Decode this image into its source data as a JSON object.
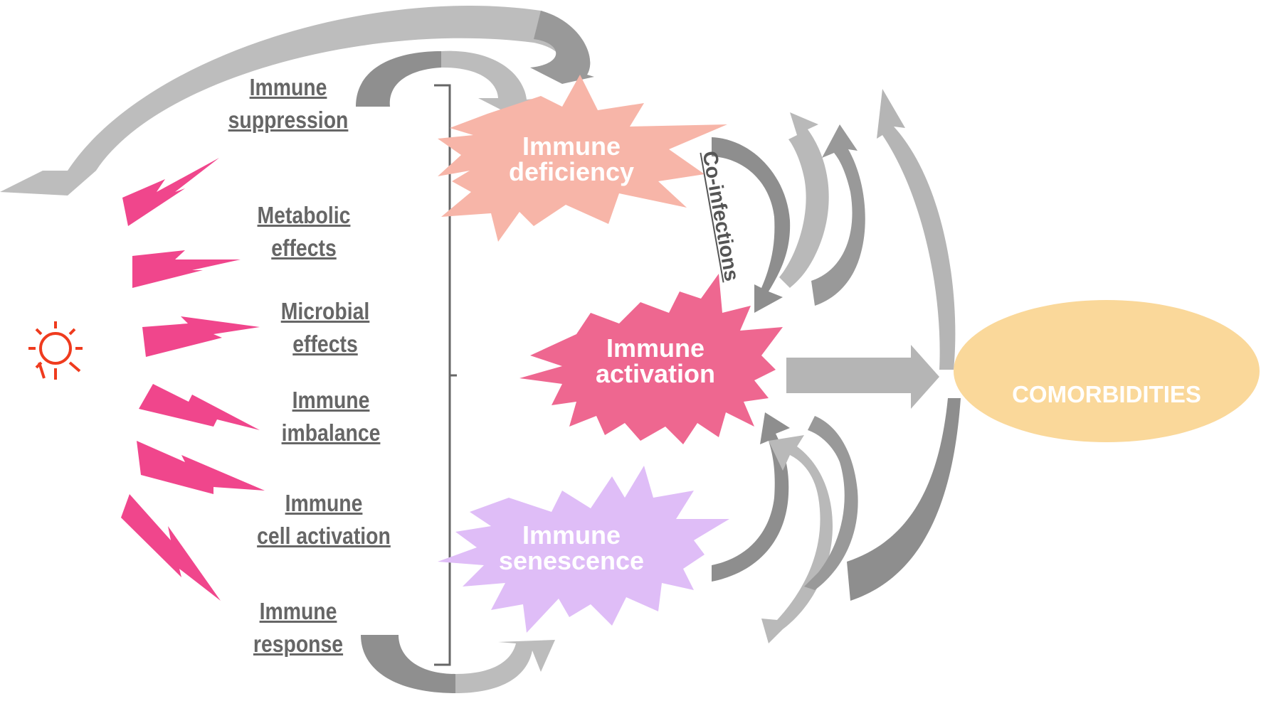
{
  "factors": [
    {
      "line1": "Immune",
      "line2": "suppression"
    },
    {
      "line1": "Metabolic",
      "line2": "effects"
    },
    {
      "line1": "Microbial",
      "line2": "effects"
    },
    {
      "line1": "Immune",
      "line2": "imbalance"
    },
    {
      "line1": "Immune",
      "line2": "cell activation"
    },
    {
      "line1": "Immune",
      "line2": "response"
    }
  ],
  "outcomes": {
    "deficiency": {
      "line1": "Immune",
      "line2": "deficiency",
      "color": "#f7b5a8"
    },
    "activation": {
      "line1": "Immune",
      "line2": "activation",
      "color": "#ee6790"
    },
    "senescence": {
      "line1": "Immune",
      "line2": "senescence",
      "color": "#dfbdf7"
    }
  },
  "co_infections": "Co-infections",
  "comorbidities": {
    "label": "COMORBIDITIES",
    "color": "#fad89a"
  },
  "colors": {
    "bolt": "#f0468c",
    "sun": "#ef3b1e",
    "arrow_light": "#b5b5b5",
    "arrow_dark": "#8e8e8e",
    "label_text": "#666666"
  },
  "icons": [
    "sun-icon",
    "lightning-bolt-icon"
  ]
}
